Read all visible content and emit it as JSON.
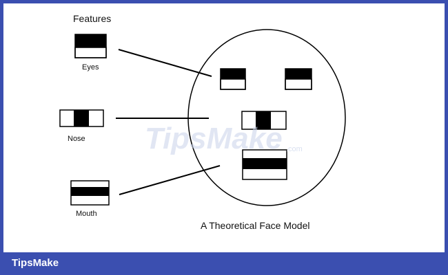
{
  "diagram": {
    "features_heading": "Features",
    "eyes_label": "Eyes",
    "nose_label": "Nose",
    "mouth_label": "Mouth",
    "caption": "A Theoretical Face Model"
  },
  "watermark": {
    "text": "TipsMake",
    "suffix": ".com"
  },
  "footer": {
    "brand": "TipsMake"
  },
  "colors": {
    "frame": "#3b4fb0",
    "ink": "#000000",
    "paper": "#ffffff",
    "watermark": "#c9d3ea"
  }
}
